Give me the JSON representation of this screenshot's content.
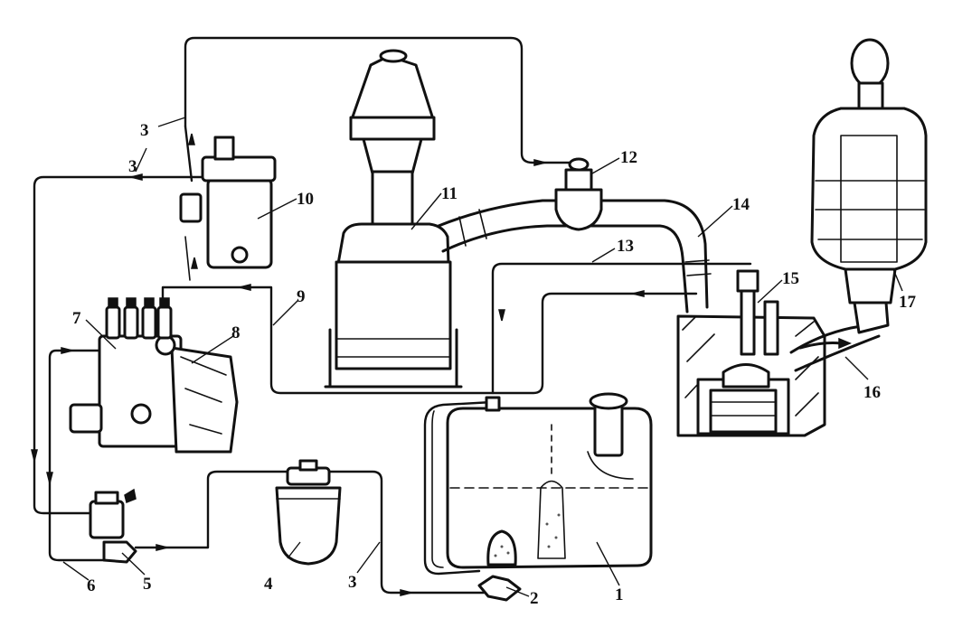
{
  "labels": [
    {
      "id": "1",
      "text": "1"
    },
    {
      "id": "2",
      "text": "2"
    },
    {
      "id": "3a",
      "text": "3"
    },
    {
      "id": "3b",
      "text": "3"
    },
    {
      "id": "3c",
      "text": "3"
    },
    {
      "id": "4",
      "text": "4"
    },
    {
      "id": "5",
      "text": "5"
    },
    {
      "id": "6",
      "text": "6"
    },
    {
      "id": "7",
      "text": "7"
    },
    {
      "id": "8",
      "text": "8"
    },
    {
      "id": "9",
      "text": "9"
    },
    {
      "id": "10",
      "text": "10"
    },
    {
      "id": "11",
      "text": "11"
    },
    {
      "id": "12",
      "text": "12"
    },
    {
      "id": "13",
      "text": "13"
    },
    {
      "id": "14",
      "text": "14"
    },
    {
      "id": "15",
      "text": "15"
    },
    {
      "id": "16",
      "text": "16"
    },
    {
      "id": "17",
      "text": "17"
    }
  ]
}
